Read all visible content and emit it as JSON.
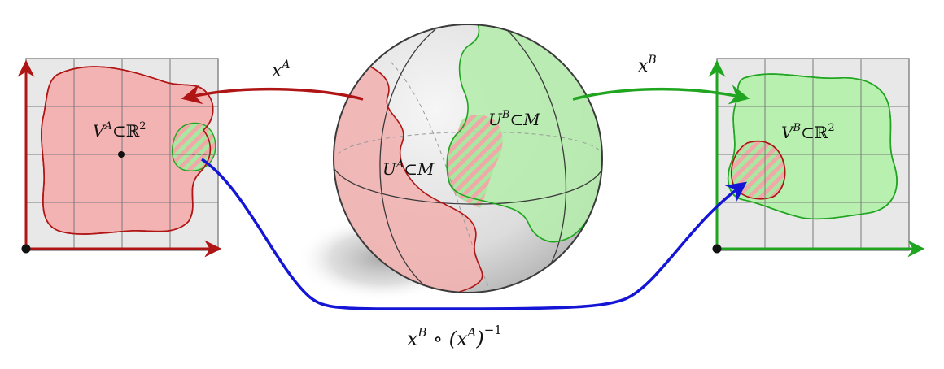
{
  "labels": {
    "map_a": "x",
    "map_a_sup": "A",
    "map_b": "x",
    "map_b_sup": "B",
    "chart_a_base": "V",
    "chart_a_sup": "A",
    "chart_a_rest": "⊂ℝ",
    "chart_a_exp": "2",
    "chart_b_base": "V",
    "chart_b_sup": "B",
    "chart_b_rest": "⊂ℝ",
    "chart_b_exp": "2",
    "patch_a_base": "U",
    "patch_a_sup": "A",
    "patch_a_rest": "⊂M",
    "patch_b_base": "U",
    "patch_b_sup": "B",
    "patch_b_rest": "⊂M",
    "transition_x": "x",
    "transition_sup_b": "B",
    "transition_circ": " ∘ (x",
    "transition_sup_a": "A",
    "transition_close": ")",
    "transition_inv": "−1"
  },
  "colors": {
    "red": "#b01515",
    "green": "#1fa51f",
    "blue": "#1515d6",
    "red_fill": "#f3b3b3",
    "green_fill": "#b8f0b0",
    "grid_bg": "#e8e8e8",
    "grid_line": "#888888"
  }
}
